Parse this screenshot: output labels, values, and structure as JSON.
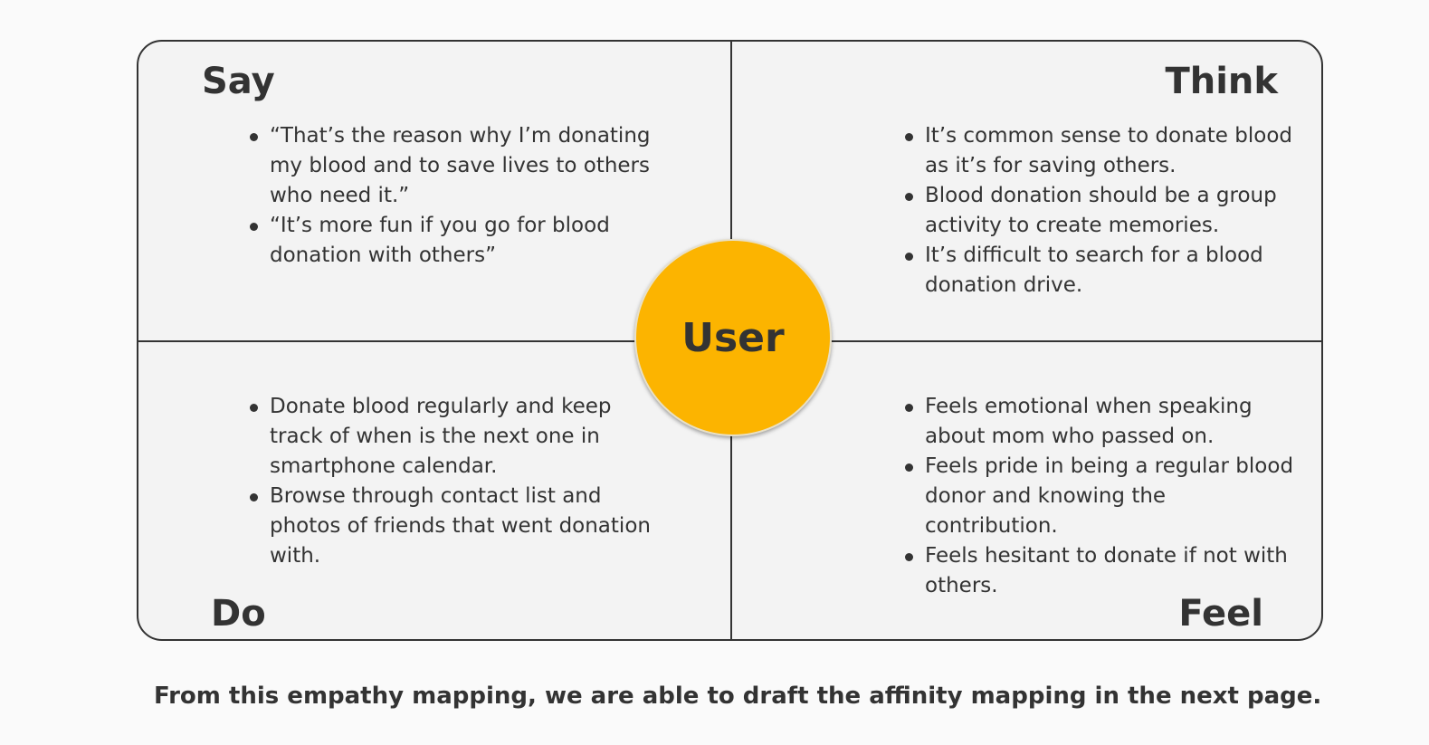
{
  "empathy_map": {
    "center_label": "User",
    "colors": {
      "center": "#fcb400",
      "border": "#333333",
      "panel": "#f3f3f3"
    },
    "say": {
      "title": "Say",
      "items": [
        "“That’s the reason why I’m donating my blood and to save lives to others who need it.”",
        "“It’s more fun if you go for blood donation with others”"
      ]
    },
    "think": {
      "title": "Think",
      "items": [
        "It’s common sense to donate blood as it’s for saving others.",
        "Blood donation should be a group activity to create memories.",
        "It’s difficult to search for a blood donation drive."
      ]
    },
    "do": {
      "title": "Do",
      "items": [
        "Donate blood regularly and keep track of when is the next one in smartphone calendar.",
        "Browse through contact list and photos of friends that went donation with."
      ]
    },
    "feel": {
      "title": "Feel",
      "items": [
        "Feels emotional when speaking about mom who passed on.",
        "Feels pride in being a regular blood donor and knowing the contribution.",
        "Feels hesitant to donate if not with others."
      ]
    }
  },
  "footer": {
    "text": "From this empathy mapping, we are able to draft the affinity mapping in the next page."
  }
}
